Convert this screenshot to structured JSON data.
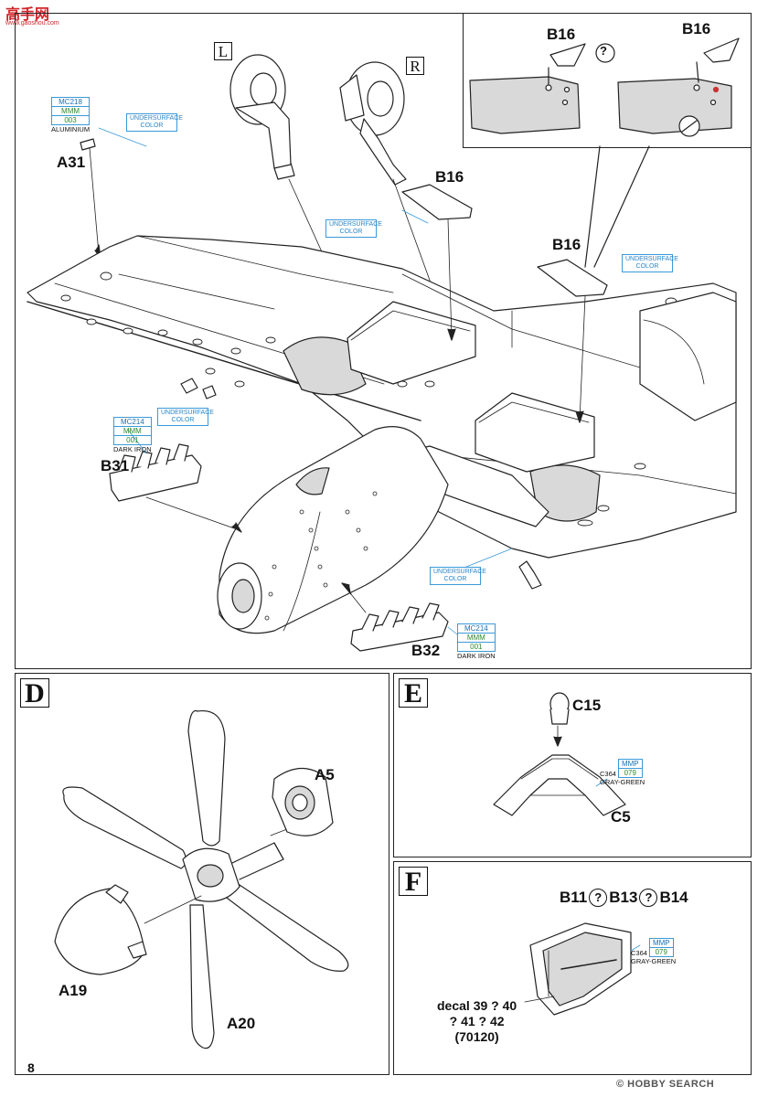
{
  "watermark_top": {
    "logo_text": "高手网",
    "sub": "www.gaoshou.com"
  },
  "watermark_bottom": {
    "logo": "HOBBY SEARCH"
  },
  "page_number": "8",
  "main": {
    "L_marker": "L",
    "R_marker": "R",
    "inset_labels": {
      "b16_left": "B16",
      "q_symbol": "?",
      "b16_right": "B16"
    },
    "parts": {
      "a31": "A31",
      "b16_upper": "B16",
      "b16_lower": "B16",
      "b31": "B31",
      "b32": "B32"
    },
    "colors": {
      "a31": {
        "code1": "MC218",
        "code2": "MMM",
        "code3": "003",
        "name": "ALUMINIUM"
      },
      "b31": {
        "code1": "MC214",
        "code2": "MMM",
        "code3": "001",
        "name": "DARK IRON"
      },
      "b32": {
        "code1": "MC214",
        "code2": "MMM",
        "code3": "001",
        "name": "DARK IRON"
      }
    },
    "undersurface": {
      "top": "UNDERSURFACE COLOR",
      "mid": "UNDERSURFACE COLOR",
      "right": "UNDERSURFACE COLOR",
      "left": "UNDERSURFACE COLOR",
      "bottom": "UNDERSURFACE COLOR"
    }
  },
  "step_d": {
    "label": "D",
    "parts": {
      "a5": "A5",
      "a19": "A19",
      "a20": "A20"
    }
  },
  "step_e": {
    "label": "E",
    "parts": {
      "c15": "C15",
      "c5": "C5"
    },
    "color": {
      "code1": "MMP",
      "code2": "079",
      "prefix": "C364",
      "name": "GRAY-GREEN"
    }
  },
  "step_f": {
    "label": "F",
    "parts": {
      "b11": "B11",
      "b13": "B13",
      "b14": "B14",
      "q": "?"
    },
    "color": {
      "code1": "MMP",
      "code2": "079",
      "prefix": "C364",
      "name": "GRAY-GREEN"
    },
    "decal": {
      "line1": "decal 39 ? 40",
      "line2": "? 41 ? 42",
      "line3": "(70120)"
    }
  },
  "colors_ui": {
    "stroke": "#222222",
    "blue": "#3a9ad9",
    "green": "#2b8a2b",
    "shade": "#d9d9d9"
  }
}
